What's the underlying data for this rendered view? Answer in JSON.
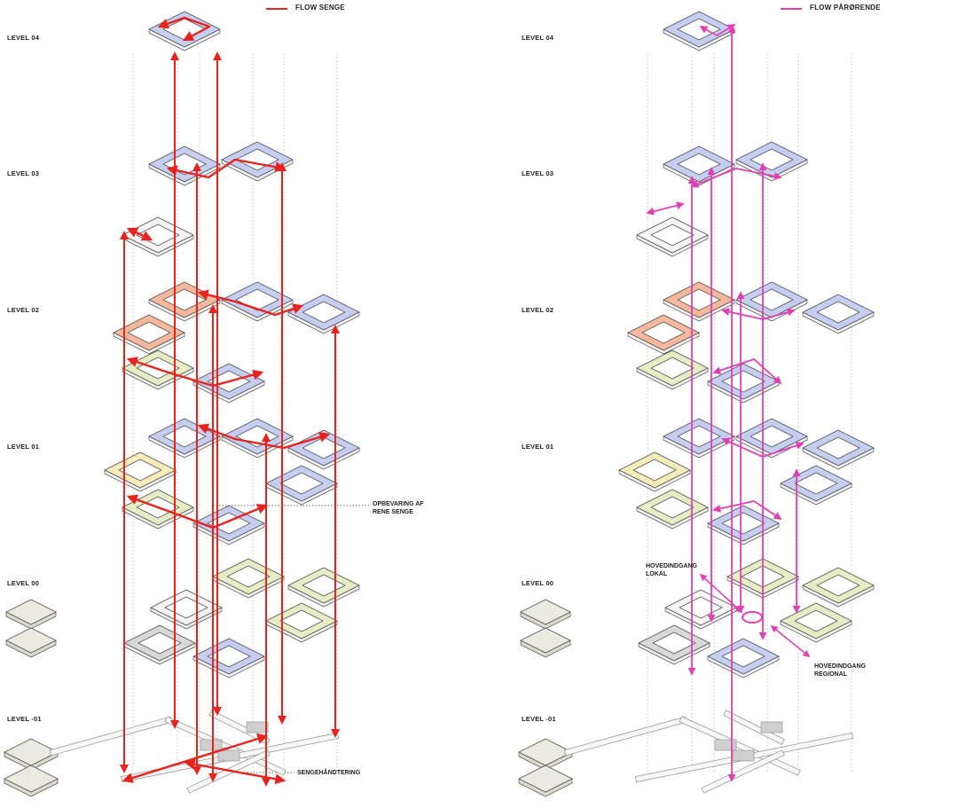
{
  "colors": {
    "senge": "#e8231e",
    "parorende": "#e33fb4",
    "slab_stroke": "#555555",
    "slab_fill": "#ffffff",
    "blue_zone": "#c5cdf0",
    "orange_zone": "#f5b89c",
    "yellow_zone": "#f6ecb8",
    "green_zone": "#e6ecc4",
    "grey_zone": "#d8d8d8",
    "pad_fill": "#eceade"
  },
  "left_panel": {
    "legend_label": "FLOW SENGE",
    "levels": [
      "LEVEL 04",
      "LEVEL 03",
      "LEVEL 02",
      "LEVEL 01",
      "LEVEL 00",
      "LEVEL -01"
    ],
    "annotations": {
      "storage": "OPBEVARING AF\nRENE SENGE",
      "handling": "SENGEHÅNDTERING"
    }
  },
  "right_panel": {
    "legend_label": "FLOW PÅRØRENDE",
    "levels": [
      "LEVEL 04",
      "LEVEL 03",
      "LEVEL 02",
      "LEVEL 01",
      "LEVEL 00",
      "LEVEL -01"
    ],
    "annotations": {
      "entrance_local": "HOVEDINDGANG\nLOKAL",
      "entrance_regional": "HOVEDINDGANG\nREGIONAL"
    }
  }
}
